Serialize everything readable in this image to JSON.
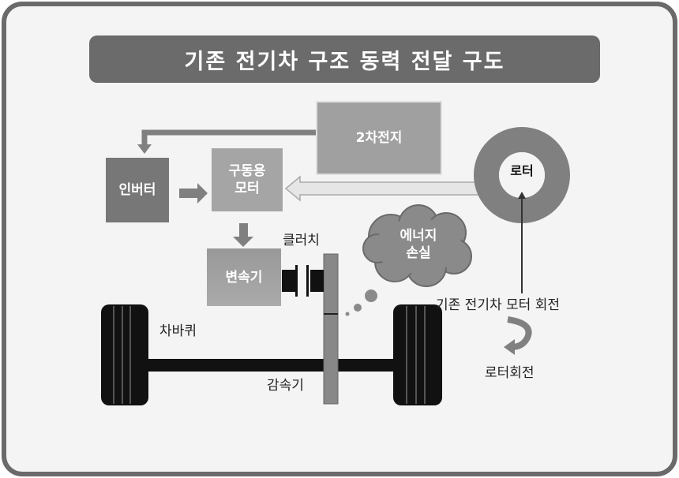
{
  "title": "기존 전기차 구조 동력 전달 구도",
  "boxes": {
    "battery": "2차전지",
    "inverter": "인버터",
    "motor": "구동용\n모터",
    "transmission": "변속기",
    "rotor": "로터",
    "energy_loss": "에너지\n손실"
  },
  "labels": {
    "clutch": "클러치",
    "wheel": "차바퀴",
    "reducer": "감속기",
    "motor_rotation": "기존 전기차 모터 회전",
    "rotor_rotation": "로터회전"
  }
}
